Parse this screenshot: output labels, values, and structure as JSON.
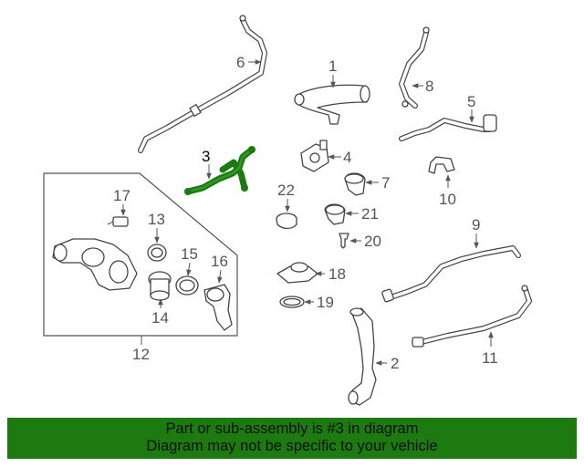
{
  "diagram": {
    "callouts": {
      "c1": "1",
      "c2": "2",
      "c3": "3",
      "c4": "4",
      "c5": "5",
      "c6": "6",
      "c7": "7",
      "c8": "8",
      "c9": "9",
      "c10": "10",
      "c11": "11",
      "c12": "12",
      "c13": "13",
      "c14": "14",
      "c15": "15",
      "c16": "16",
      "c17": "17",
      "c18": "18",
      "c19": "19",
      "c20": "20",
      "c21": "21",
      "c22": "22"
    },
    "highlight_part": "3",
    "highlight_color": "#1c7a10"
  },
  "banner": {
    "line1": "Part or sub-assembly is #3 in diagram",
    "line2": "Diagram may not be specific to your vehicle",
    "background": "#1c7a10"
  }
}
